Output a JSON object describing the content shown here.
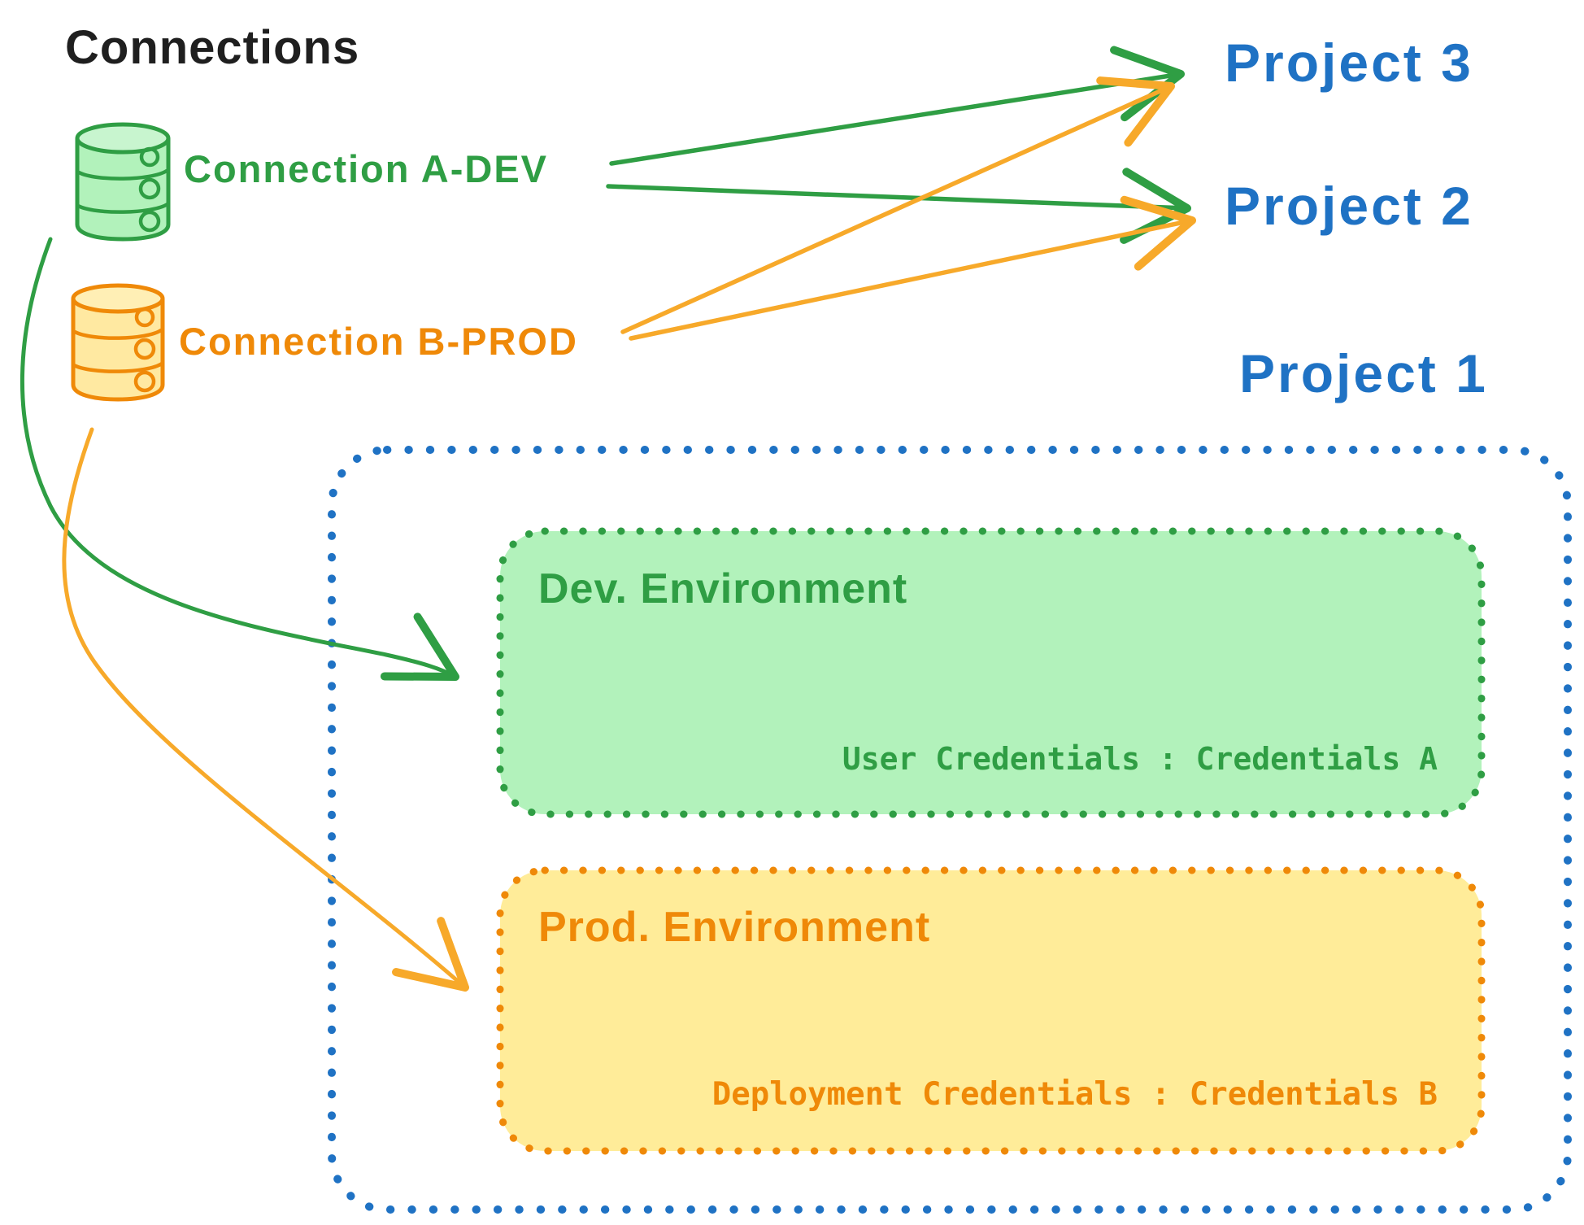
{
  "title": "Connections",
  "colors": {
    "green": "#2f9e44",
    "green_fill": "#b2f2bb",
    "orange": "#ef8908",
    "orange_arrow": "#f7a92a",
    "orange_fill": "#ffec99",
    "blue": "#1f72c4",
    "black": "#1f1f1f"
  },
  "connections": {
    "a_dev": {
      "label": "Connection A-DEV"
    },
    "b_prod": {
      "label": "Connection B-PROD"
    }
  },
  "projects": {
    "p3": {
      "label": "Project 3"
    },
    "p2": {
      "label": "Project 2"
    },
    "p1": {
      "label": "Project 1"
    }
  },
  "project1": {
    "dev": {
      "label": "Dev. Environment",
      "credentials": "User Credentials : Credentials A"
    },
    "prod": {
      "label": "Prod. Environment",
      "credentials": "Deployment Credentials : Credentials B"
    }
  },
  "edges": [
    {
      "from": "Connection A-DEV",
      "to": "Project 3",
      "color": "#2f9e44"
    },
    {
      "from": "Connection A-DEV",
      "to": "Project 2",
      "color": "#2f9e44"
    },
    {
      "from": "Connection B-PROD",
      "to": "Project 3",
      "color": "#f7a92a"
    },
    {
      "from": "Connection B-PROD",
      "to": "Project 2",
      "color": "#f7a92a"
    },
    {
      "from": "Connection A-DEV",
      "to": "Dev. Environment",
      "color": "#2f9e44"
    },
    {
      "from": "Connection B-PROD",
      "to": "Prod. Environment",
      "color": "#f7a92a"
    }
  ]
}
